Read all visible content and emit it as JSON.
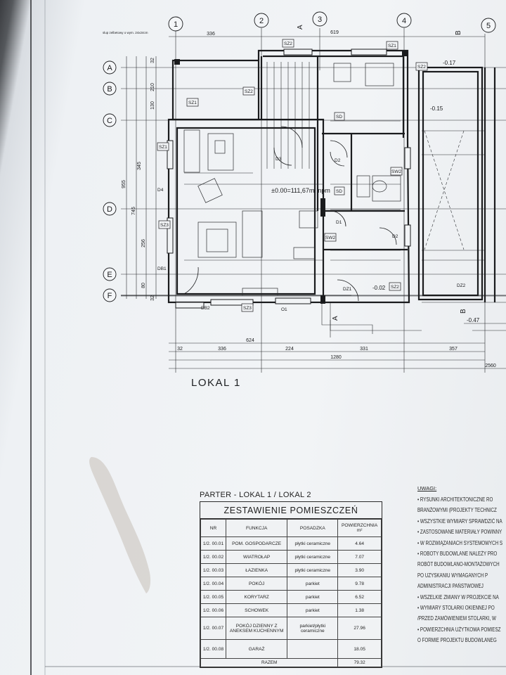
{
  "drawing": {
    "grid_numbers": [
      "1",
      "2",
      "3",
      "4",
      "5"
    ],
    "grid_letters": [
      "A",
      "B",
      "C",
      "D",
      "E",
      "F"
    ],
    "section_marks": [
      "A",
      "B"
    ],
    "top_dims": [
      "336",
      "619"
    ],
    "bottom_dims_1": [
      "624"
    ],
    "bottom_dims_2": [
      "32",
      "336",
      "224",
      "331",
      "357"
    ],
    "bottom_total": "1280",
    "bottom_total_2": "2560",
    "left_dims_outer": [
      "955"
    ],
    "left_dims_mid": [
      "745",
      "345",
      "256",
      "80"
    ],
    "left_dims_inner": [
      "32",
      "210",
      "130",
      "32"
    ],
    "elevation_main": "±0.00=111,67m. npm",
    "elevations": [
      "-0.02",
      "-0.15",
      "-0.17",
      "-0.47"
    ],
    "labels": [
      "SZ1",
      "SZ2",
      "SZ3",
      "SW2",
      "SD",
      "D1",
      "D2",
      "D3",
      "D4",
      "DB1",
      "DB2",
      "O1",
      "DZ1",
      "DZ2"
    ],
    "note_top": "slup zelbetowy o wym. 24x24cm"
  },
  "lokal_label": "LOKAL 1",
  "schedule": {
    "header": "PARTER  - LOKAL 1 / LOKAL 2",
    "title": "ZESTAWIENIE POMIESZCZEŃ",
    "columns": [
      "NR",
      "FUNKCJA",
      "POSADZKA",
      "POWIERZCHNIA m²"
    ],
    "rows": [
      {
        "nr": "1/2. 00.01",
        "funkcja": "POM. GOSPODARCZE",
        "posadzka": "płytki ceramiczne",
        "pow": "4.64"
      },
      {
        "nr": "1/2. 00.02",
        "funkcja": "WIATROŁAP",
        "posadzka": "płytki ceramiczne",
        "pow": "7.07"
      },
      {
        "nr": "1/2. 00.03",
        "funkcja": "ŁAZIENKA",
        "posadzka": "płytki ceramiczne",
        "pow": "3.90"
      },
      {
        "nr": "1/2. 00.04",
        "funkcja": "POKÓJ",
        "posadzka": "parkiet",
        "pow": "9.78"
      },
      {
        "nr": "1/2. 00.05",
        "funkcja": "KORYTARZ",
        "posadzka": "parkiet",
        "pow": "6.52"
      },
      {
        "nr": "1/2. 00.06",
        "funkcja": "SCHOWEK",
        "posadzka": "parkiet",
        "pow": "1.38"
      },
      {
        "nr": "1/2. 00.07",
        "funkcja": "POKÓJ DZIENNY Z ANEKSEM KUCHENNYM",
        "posadzka": "parkiet/płytki ceramiczne",
        "pow": "27.96"
      },
      {
        "nr": "1/2. 00.08",
        "funkcja": "GARAŻ",
        "posadzka": "",
        "pow": "18.05"
      }
    ],
    "total_label": "RAZEM",
    "total_value": "79.32"
  },
  "notes": {
    "title": "UWAGI:",
    "items": [
      "• RYSUNKI ARCHITEKTONICZNE RO",
      "BRANŻOWYMI (PROJEKTY TECHNICZ",
      "• WSZYSTKIE WYMIARY SPRAWDZIĆ NA",
      "• ZASTOSOWANE MATERIAŁY POWINNY",
      "• W ROZWIĄZANIACH SYSTEMOWYCH S",
      "• ROBOTY BUDOWLANE NALEŻY PRO",
      "ROBÓT BUDOWLANO-MONTAŻOWYCH",
      "PO UZYSKANIU WYMAGANYCH P",
      "ADMINISTRACJI PAŃSTWOWEJ",
      "• WSZELKIE ZMIANY W PROJEKCIE NA",
      "• WYMIARY STOLARKI OKIENNEJ PO",
      "/PRZED ZAMÓWIENIEM STOLARKI, W",
      "• POWIERZCHNIA UŻYTKOWA POMIESZ",
      "O FORMIE PROJEKTU BUDOWLANEG"
    ]
  },
  "colors": {
    "ink": "#1d1f22",
    "paper": "#f0f2f4",
    "shadow": "#3a3c40"
  }
}
